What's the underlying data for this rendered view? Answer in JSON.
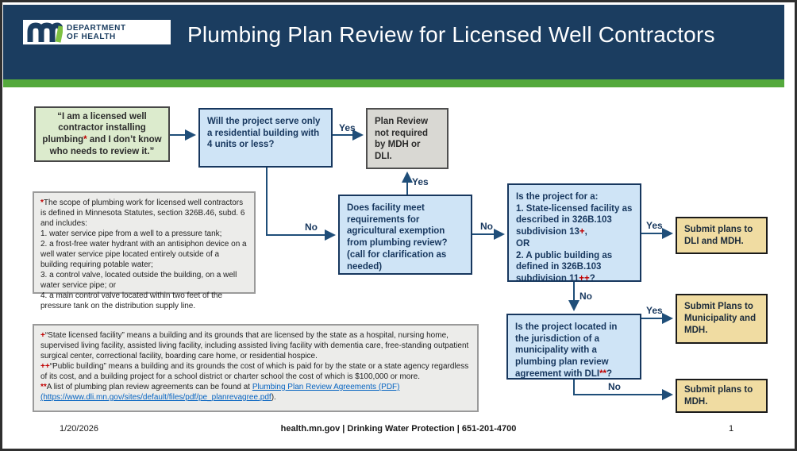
{
  "header": {
    "logo_dept_line1": "DEPARTMENT",
    "logo_dept_line2": "OF HEALTH",
    "title": "Plumbing Plan Review for Licensed Well Contractors"
  },
  "labels": {
    "yes": "Yes",
    "no": "No"
  },
  "flowchart": {
    "start": {
      "p1": "“I am a licensed well contractor installing plumbing",
      "mark": "*",
      "p2": " and I don’t know who needs to review it.”"
    },
    "q_residential": {
      "text": "Will the project serve only a residential building with 4 units or less?"
    },
    "no_review": {
      "text": "Plan Review not required by MDH or DLI."
    },
    "q_agricultural": {
      "text": "Does facility meet requirements for agricultural exemption from plumbing review? (call for clarification as needed)"
    },
    "q_facility": {
      "intro": "Is the project for a:",
      "item1_p1": "1. State-licensed facility as described in 326B.103 subdivision 13",
      "item1_mark": "+",
      "item1_p2": ",",
      "or": "OR",
      "item2_p1": "2. A public building as defined in 326B.103 subdivision 11",
      "item2_mark": "++",
      "item2_p2": "?"
    },
    "q_municipality": {
      "p1": "Is the project located in the jurisdiction of a municipality with a plumbing plan review agreement with DLI",
      "mark": "**",
      "p2": "?"
    },
    "submit_dli_mdh": {
      "text": "Submit plans to DLI and MDH."
    },
    "submit_municipality": {
      "text": "Submit Plans to Municipality and MDH."
    },
    "submit_mdh": {
      "text": "Submit plans to MDH."
    }
  },
  "notes": {
    "scope": {
      "mark": "*",
      "intro": "The scope of plumbing work for licensed well contractors is defined in Minnesota Statutes, section 326B.46, subd. 6 and includes:",
      "item1": "1. water service pipe from a well to a pressure tank;",
      "item2": "2. a frost-free water hydrant with an antisiphon device on a well water service pipe located entirely outside of a building requiring potable water;",
      "item3": "3. a control valve, located outside the building, on a well water service pipe; or",
      "item4": "4. a main control valve located within two feet of the pressure tank on the distribution supply line."
    },
    "definitions": {
      "def1_mark": "+",
      "def1": "“State licensed facility” means a building and its grounds that are licensed by the state as a hospital, nursing home, supervised living facility, assisted living facility, including assisted living facility with dementia care, free-standing outpatient surgical center, correctional facility, boarding care home, or residential hospice.",
      "def2_mark": "++",
      "def2": "“Public building” means a building and its grounds the cost of which is paid for by the state or a state agency regardless of its cost, and a building project for a school district or charter school the cost of which is $100,000 or more.",
      "def3_mark": "**",
      "def3_p1": "A list of plumbing plan review agreements can be found at ",
      "def3_link1": "Plumbing Plan Review Agreements (PDF)",
      "def3_p2": " ",
      "def3_link2": "(https://www.dli.mn.gov/sites/default/files/pdf/pe_planrevagree.pdf",
      "def3_p3": ")."
    }
  },
  "footer": {
    "date": "1/20/2026",
    "center": "health.mn.gov | Drinking Water Protection | 651-201-4700",
    "page": "1"
  },
  "colors": {
    "header_navy": "#1b3d60",
    "accent_green": "#54a93c",
    "logo_green": "#7ec142",
    "box_blue_fill": "#cfe4f6",
    "box_blue_border": "#17375e",
    "box_green_fill": "#dcebcd",
    "box_gray_fill": "#d9d8d3",
    "note_gray_fill": "#ececea",
    "box_tan_fill": "#f0dca2",
    "arrow_navy": "#1f4e79",
    "marker_red": "#c00000",
    "link_blue": "#0563c1"
  }
}
